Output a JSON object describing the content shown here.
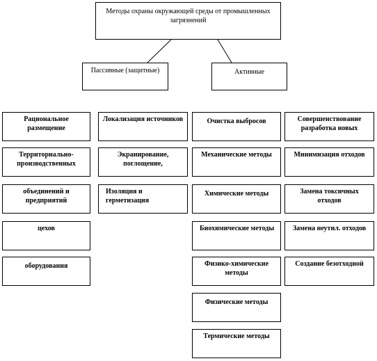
{
  "root": {
    "text": "Методы охраны окружающей среды от промышленных  загрязнений"
  },
  "categories": {
    "passive": "Пассивные (защитные)",
    "active": "Активные"
  },
  "col1": [
    "Рациональное размещение",
    "Территориально-производственных",
    "объединений  и предприятий",
    "цехов",
    "оборудования"
  ],
  "col2": [
    "Локализация источников",
    "Экранирование, поглощение,",
    "Изоляция и герметизация"
  ],
  "col3": [
    "Очистка выбросов",
    "Механические методы",
    "Химические методы",
    "Биохимические методы",
    "Физико-химические методы",
    "Физические методы",
    "Термические методы"
  ],
  "col4": [
    "Совершенствование разработка новых",
    "Минимизация отходов",
    "Замена токсичных отходов",
    "Замена неутил. отходов",
    "Создание безотходной"
  ]
}
